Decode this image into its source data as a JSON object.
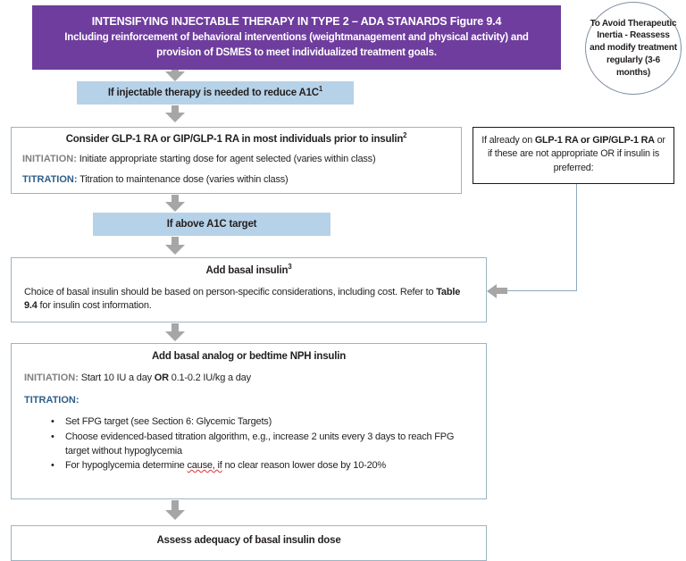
{
  "header": {
    "title": "INTENSIFYING INJECTABLE THERAPY IN TYPE 2 – ADA STANARDS Figure 9.4",
    "subtitle": "Including reinforcement of behavioral interventions (weightmanagement and physical activity) and provision of DSMES to meet individualized treatment goals.",
    "bg_color": "#6F3D9E",
    "text_color": "#FFFFFF"
  },
  "oval": {
    "text": "To Avoid Therapeutic Inertia - Reassess and modify treatment regularly (3-6 months)"
  },
  "nodes": {
    "injectable_needed": {
      "label": "If injectable therapy is needed to reduce A1C",
      "superscript": "1",
      "bg_color": "#B6D2E8"
    },
    "consider_glp1": {
      "title": "Consider GLP-1 RA or GIP/GLP-1 RA in most individuals prior to insulin",
      "title_superscript": "2",
      "initiation_label": "INITIATION:",
      "initiation_text": " Initiate appropriate starting dose for agent selected (varies within class)",
      "titration_label": "TITRATION:",
      "titration_text": " Titration to maintenance dose (varies within class)",
      "initiation_color": "#808080",
      "titration_color": "#2E5F8A"
    },
    "already_on_glp1": {
      "part1": "If already on ",
      "bold1": "GLP-1 RA or GIP/GLP-1 RA",
      "part2": " or if these are not appropriate OR if insulin is preferred:"
    },
    "above_a1c_target": {
      "label": "If above A1C target",
      "bg_color": "#B6D2E8"
    },
    "add_basal_insulin": {
      "title": "Add basal insulin",
      "title_superscript": "3",
      "body_part1": "Choice of basal insulin should be based on person-specific considerations, including cost. Refer to ",
      "body_bold": "Table 9.4",
      "body_part2": " for insulin cost information."
    },
    "add_basal_analog": {
      "title": "Add basal analog or bedtime NPH insulin",
      "initiation_label": "INITIATION:",
      "initiation_part1": " Start 10 IU a day ",
      "initiation_bold": "OR",
      "initiation_part2": " 0.1-0.2 IU/kg a day",
      "titration_label": "TITRATION:",
      "bullets": [
        {
          "text": "Set FPG target (see Section 6: Glycemic Targets)"
        },
        {
          "text": "Choose evidenced-based titration algorithm, e.g., increase 2 units every 3 days to reach FPG target without hypoglycemia"
        },
        {
          "pre": "For hypoglycemia determine ",
          "misspelled": "cause, if",
          "post": " no clear reason lower dose by 10-20%"
        }
      ]
    },
    "assess_adequacy": {
      "title": "Assess adequacy of basal insulin dose"
    }
  },
  "connectors": {
    "arrow_color": "#A6A6A6",
    "line_color": "#8FA9BD",
    "border_color": "#9CB4C5"
  }
}
